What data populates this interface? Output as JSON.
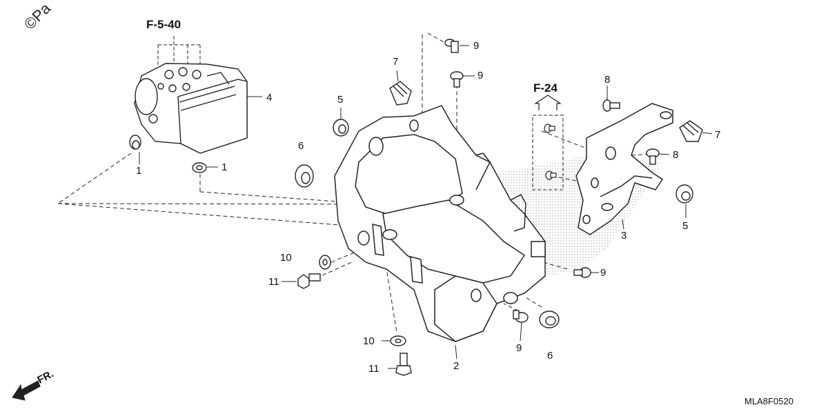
{
  "diagram": {
    "watermark": "©Pa",
    "references": [
      "F-5-40",
      "F-24"
    ],
    "front_label": "FR.",
    "code": "MLA8F0520",
    "callouts": [
      "1",
      "1",
      "2",
      "3",
      "4",
      "5",
      "5",
      "6",
      "6",
      "7",
      "7",
      "8",
      "8",
      "9",
      "9",
      "9",
      "9",
      "10",
      "10",
      "11",
      "11"
    ]
  },
  "colors": {
    "line": "#222222",
    "stipple": "#9a9a9a",
    "fill": "#ffffff"
  }
}
